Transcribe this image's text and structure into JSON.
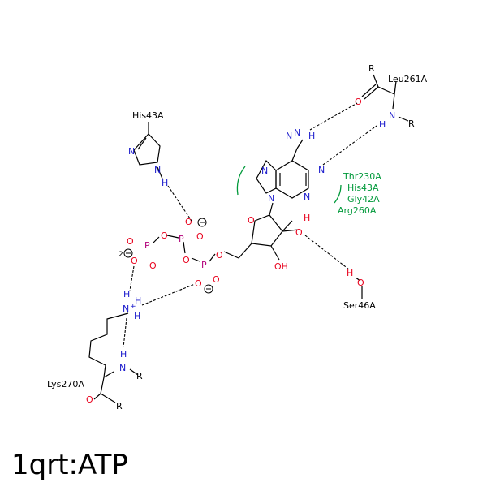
{
  "title": "1qrt:ATP",
  "colors": {
    "oxygen": "#e8001c",
    "nitrogen": "#1a1acc",
    "phosphorus": "#b3007a",
    "contact": "#00993a",
    "bond": "#000000"
  },
  "residues": {
    "leu": "Leu261A",
    "his": "His43A",
    "ser": "Ser46A",
    "lys": "Lys270A"
  },
  "contacts": [
    "Thr230A",
    "His43A",
    "Gly42A",
    "Arg260A"
  ],
  "atoms": {
    "O": "O",
    "N": "N",
    "H": "H",
    "R": "R",
    "P": "P",
    "OH": "OH",
    "charge_minus": "−",
    "charge_2": "2",
    "plus": "+"
  }
}
